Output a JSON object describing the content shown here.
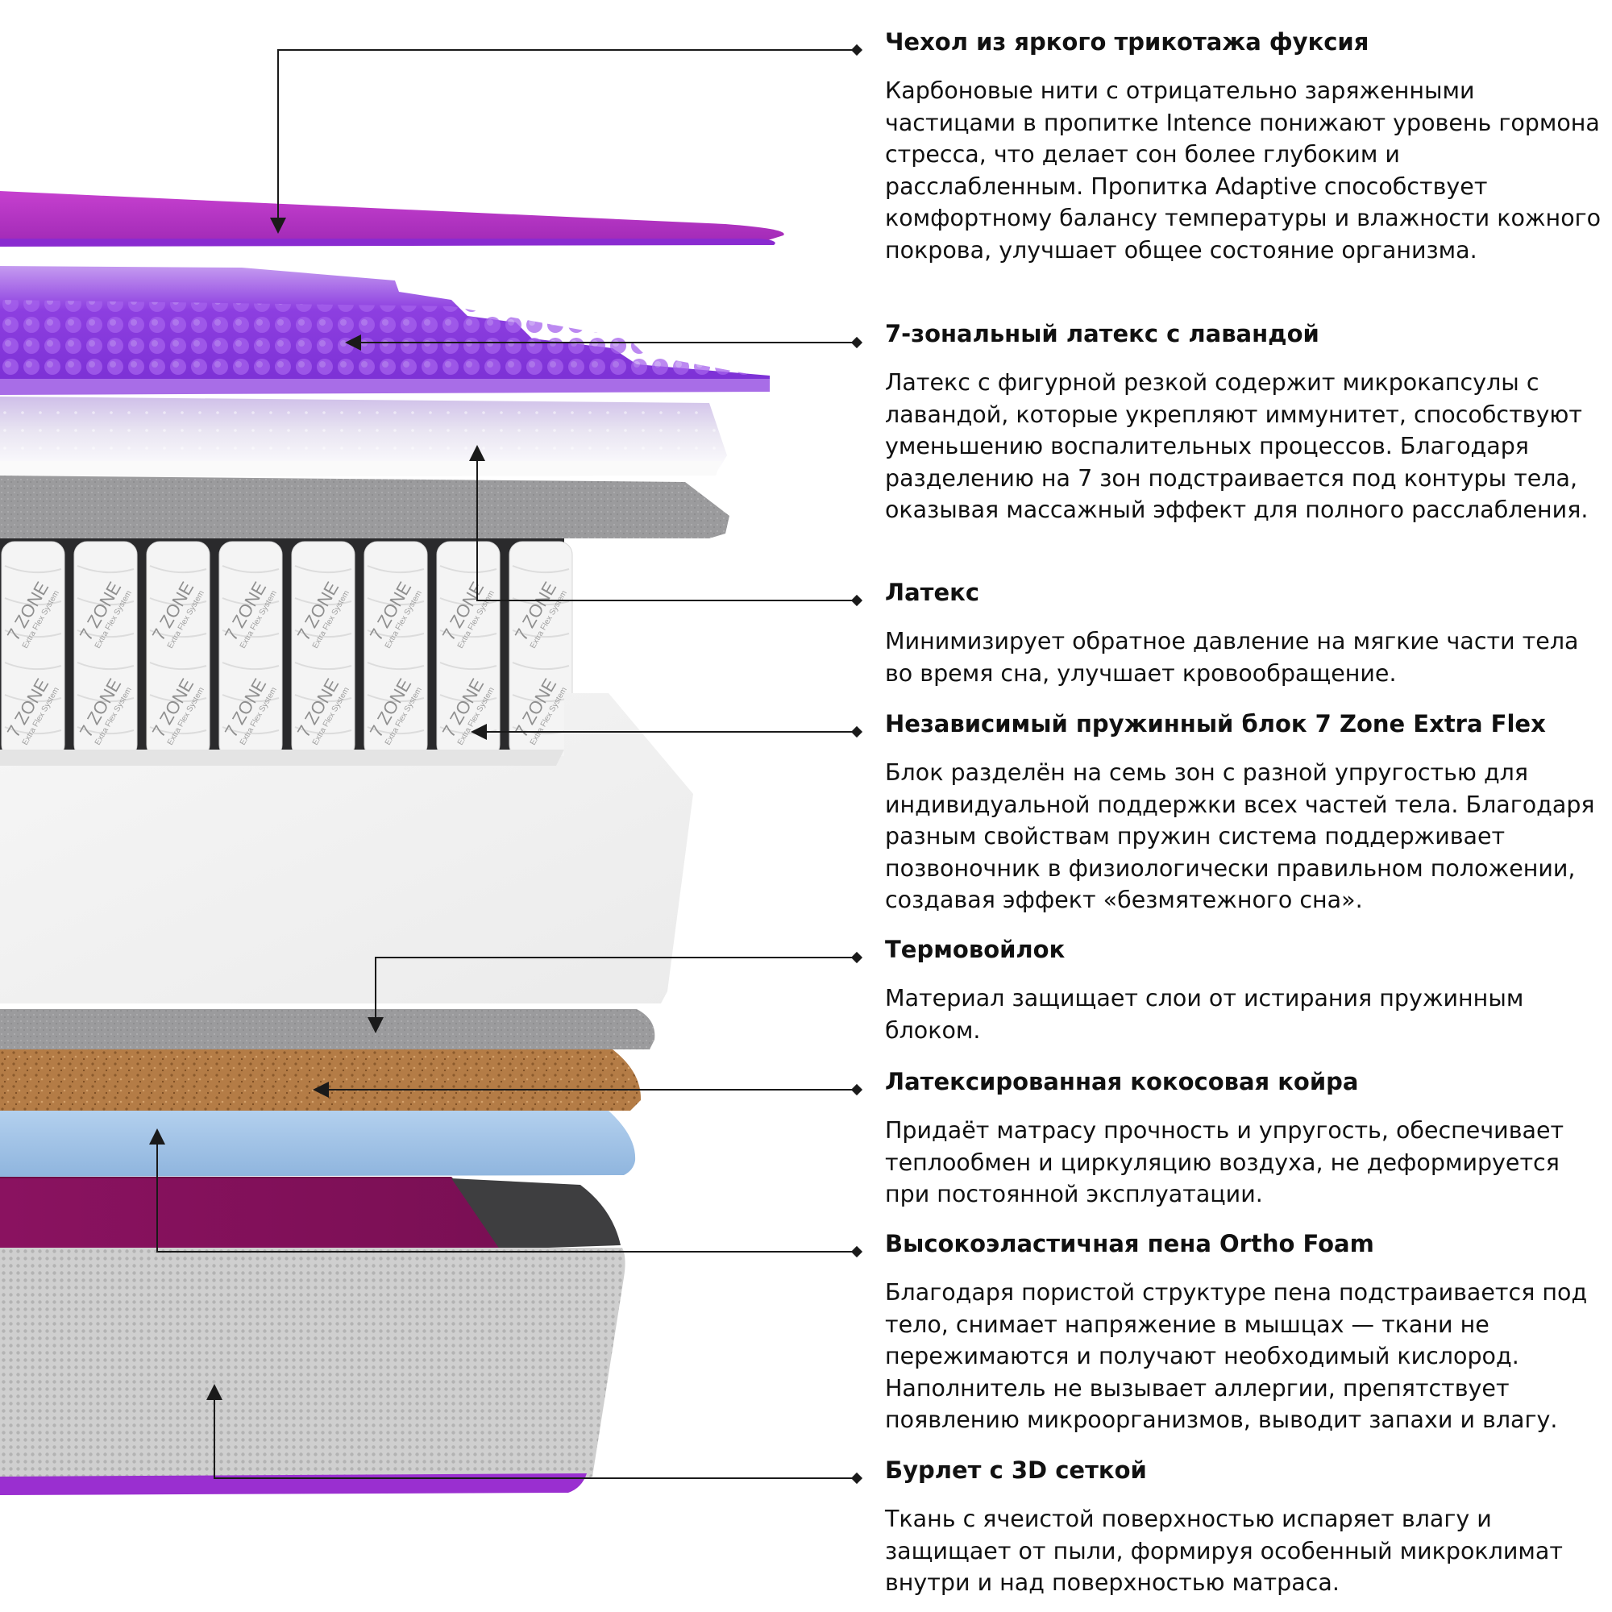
{
  "layers": [
    {
      "title": "Чехол из яркого трикотажа фуксия",
      "description": "Карбоновые нити с отрицательно заряженными частицами в пропитке Intence понижают уровень гормона стресса, что делает сон более глубоким и расслабленным. Пропитка Adaptive способствует комфортному балансу температуры и влажности кожного покрова, улучшает общее состояние организма."
    },
    {
      "title": "7-зональный латекс с лавандой",
      "description": "Латекс с фигурной резкой содержит микрокапсулы с лавандой, которые укрепляют иммунитет, способствуют уменьшению воспалительных процессов. Благодаря разделению на 7 зон подстраивается под контуры тела, оказывая массажный эффект для полного расслабления."
    },
    {
      "title": "Латекс",
      "description": "Минимизирует обратное давление на мягкие части тела во время сна, улучшает кровообращение."
    },
    {
      "title": "Независимый пружинный блок 7 Zone Extra Flex",
      "description": "Блок разделён на семь зон с разной упругостью для индивидуальной поддержки всех частей тела. Благодаря разным свойствам пружин система поддерживает позвоночник в физиологически правильном положении, создавая эффект «безмятежного сна»."
    },
    {
      "title": "Термовойлок",
      "description": "Материал защищает слои от истирания пружинным блоком."
    },
    {
      "title": "Латексированная кокосовая койра",
      "description": "Придаёт матрасу прочность и упругость, обеспечивает теплообмен и циркуляцию воздуха, не деформируется при постоянной эксплуатации."
    },
    {
      "title": "Высокоэластичная пена Ortho Foam",
      "description": "Благодаря пористой структуре пена подстраивается под тело, снимает напряжение в мышцах — ткани не пережимаются и получают необходимый кислород. Наполнитель не вызывает аллергии, препятствует появлению микроорганизмов, выводит запахи и влагу."
    },
    {
      "title": "Бурлет с 3D сеткой",
      "description": "Ткань с ячеистой поверхностью испаряет влагу и защищает от пыли, формируя особенный микроклимат внутри и над поверхностью матраса."
    }
  ],
  "spring_print": {
    "zone_text": "7 ZONE",
    "system_text": "Extra Flex System"
  },
  "colors": {
    "fuchsia": "#b02fc0",
    "lavender": "#9333ea",
    "latex": "#f3f3f5",
    "felt": "#9a9a9c",
    "coir": "#b27a44",
    "foam": "#9cc0e4",
    "base_fabric": "#8c1360",
    "mesh": "#c9c9c9",
    "leader": "#1a1a1a"
  }
}
